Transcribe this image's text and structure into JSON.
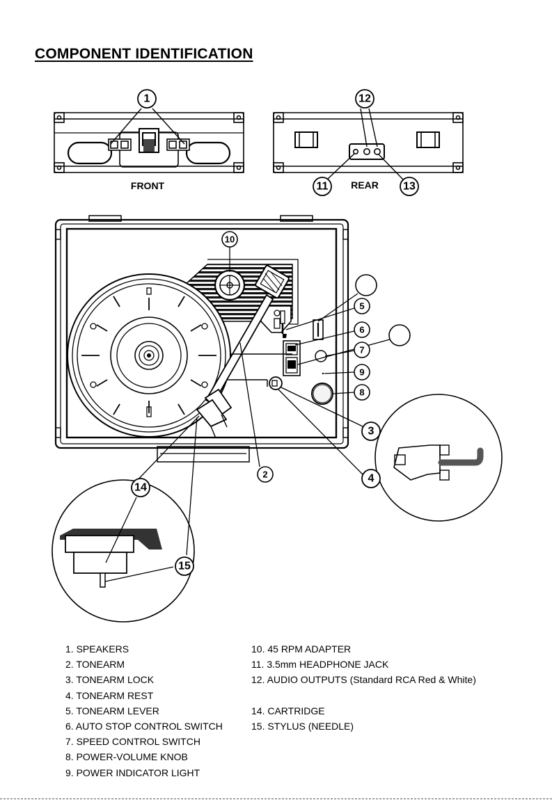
{
  "title": "COMPONENT IDENTIFICATION",
  "captions": {
    "front": "FRONT",
    "rear": "REAR"
  },
  "callouts": {
    "c1": "1",
    "c2": "2",
    "c3": "3",
    "c4": "4",
    "c5": "5",
    "c6": "6",
    "c7": "7",
    "c8": "8",
    "c9": "9",
    "c10": "10",
    "c11": "11",
    "c12": "12",
    "c13": "13",
    "c14": "14",
    "c15": "15"
  },
  "legend_left": [
    "1. SPEAKERS",
    "2. TONEARM",
    "3. TONEARM LOCK",
    "4. TONEARM REST",
    "5. TONEARM LEVER",
    "6. AUTO STOP CONTROL SWITCH",
    "7. SPEED CONTROL SWITCH",
    "8. POWER-VOLUME KNOB",
    "9. POWER INDICATOR LIGHT"
  ],
  "legend_right": [
    "10. 45 RPM ADAPTER",
    "11. 3.5mm HEADPHONE JACK",
    "12. AUDIO OUTPUTS (Standard RCA Red & White)",
    "",
    "14. CARTRIDGE",
    "15. STYLUS (NEEDLE)"
  ]
}
